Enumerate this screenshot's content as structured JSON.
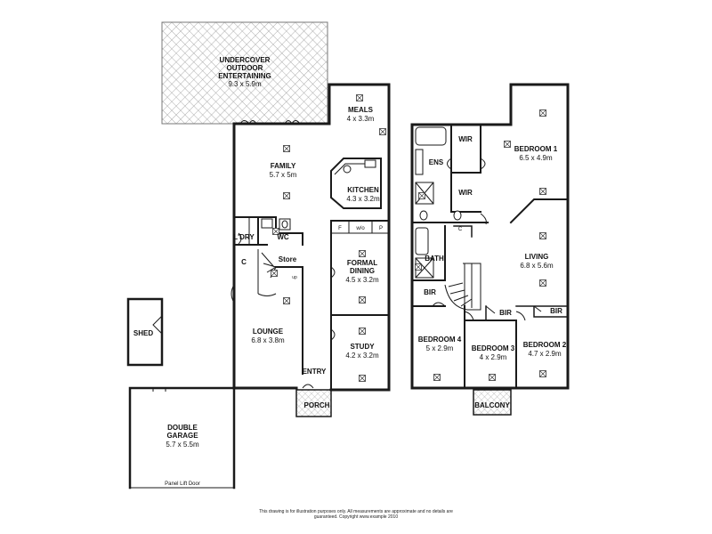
{
  "rooms": {
    "outdoor": {
      "name_lines": [
        "UNDERCOVER",
        "OUTDOOR",
        "ENTERTAINING"
      ],
      "size": "9.3 x 5.9m"
    },
    "meals": {
      "name": "MEALS",
      "size": "4 x 3.3m"
    },
    "family": {
      "name": "FAMILY",
      "size": "5.7 x 5m"
    },
    "kitchen": {
      "name": "KITCHEN",
      "size": "4.3 x 3.2m"
    },
    "laundry": {
      "name": "L'DRY"
    },
    "wc": {
      "name": "WC"
    },
    "store": {
      "name": "Store"
    },
    "up": {
      "name": "up"
    },
    "c_lower": {
      "name": "C"
    },
    "fridge": {
      "name": "F"
    },
    "wo": {
      "name": "w/o"
    },
    "pantry": {
      "name": "P"
    },
    "formal_dining": {
      "name_lines": [
        "FORMAL",
        "DINING"
      ],
      "size": "4.5 x 3.2m"
    },
    "lounge": {
      "name": "LOUNGE",
      "size": "6.8 x 3.8m"
    },
    "study": {
      "name": "STUDY",
      "size": "4.2 x 3.2m"
    },
    "entry": {
      "name": "ENTRY"
    },
    "porch": {
      "name": "PORCH"
    },
    "shed": {
      "name": "SHED"
    },
    "garage": {
      "name_lines": [
        "DOUBLE",
        "GARAGE"
      ],
      "size": "5.7 x 5.5m"
    },
    "panel_door": {
      "name": "Panel Lift Door"
    },
    "bedroom1": {
      "name": "BEDROOM 1",
      "size": "6.5 x 4.9m"
    },
    "wir1": {
      "name": "WIR"
    },
    "wir2": {
      "name": "WIR"
    },
    "ens": {
      "name": "ENS"
    },
    "c_upper": {
      "name": "C"
    },
    "living": {
      "name": "LIVING",
      "size": "6.8 x 5.6m"
    },
    "bath": {
      "name": "BATH"
    },
    "bir4": {
      "name": "BIR"
    },
    "bir3": {
      "name": "BIR"
    },
    "bir2": {
      "name": "BIR"
    },
    "bedroom4": {
      "name": "BEDROOM 4",
      "size": "5 x 2.9m"
    },
    "bedroom3": {
      "name": "BEDROOM 3",
      "size": "4 x 2.9m"
    },
    "bedroom2": {
      "name": "BEDROOM 2",
      "size": "4.7 x 2.9m"
    },
    "balcony": {
      "name": "BALCONY"
    }
  },
  "disclaimer": {
    "lines": [
      "This drawing is for illustration purposes only. All measurements are approximate and no details are",
      "guaranteed. Copyright www.example 2010"
    ]
  },
  "colors": {
    "wall": "#1a1a1a",
    "hatch": "#9a9a9a",
    "background": "#ffffff"
  }
}
